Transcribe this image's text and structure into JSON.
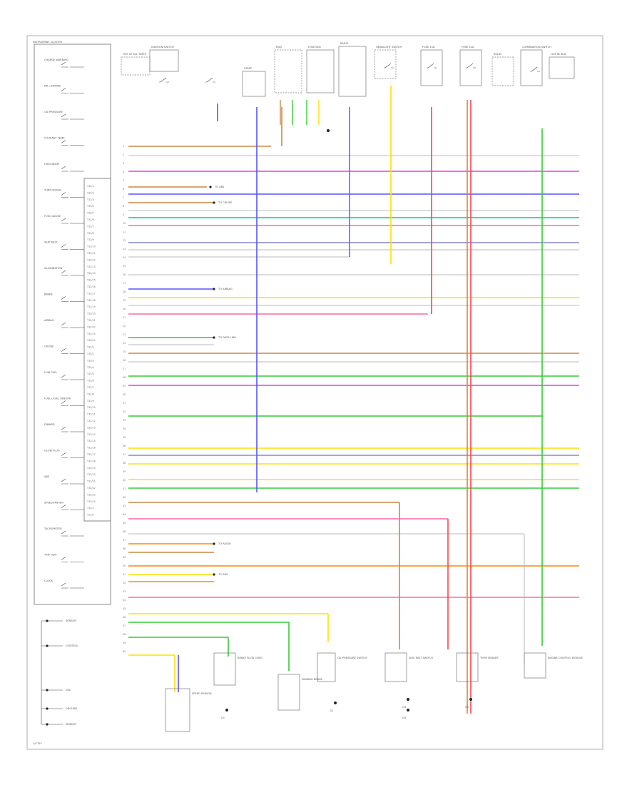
{
  "corner_code": "1/C75Y",
  "cluster_title": "INSTRUMENT CLUSTER",
  "gauges": [
    "CHARGE WARNING",
    "MIL / ENGINE",
    "OIL PRESSURE",
    "COOLANT TEMP",
    "HIGH BEAM",
    "TURN SIGNAL",
    "FUEL GAUGE",
    "SEAT BELT",
    "ILLUMINATION",
    "BRAKE",
    "AIRBAG",
    "CRUISE",
    "LOW FUEL",
    "FUEL LEVEL SENSOR",
    "DIMMER",
    "GLOW PLUG",
    "ABS",
    "SPEEDOMETER",
    "TACHOMETER",
    "TRIP ODO",
    "CLOCK"
  ],
  "pins": [
    "T32/1",
    "T32/2",
    "T32/3",
    "T32/4",
    "T32/5",
    "T32/6",
    "T32/7",
    "T32/8",
    "T32/9",
    "T32/10",
    "T32/11",
    "T32/12",
    "T32/13",
    "T32/14",
    "T32/15",
    "T32/16",
    "T32/17",
    "T32/18",
    "T32/19",
    "T32/20",
    "T32/21",
    "T32/22",
    "T32/23",
    "T32/24"
  ],
  "bottom_left_labels": [
    "SENSOR",
    "CONTROL",
    "IGN",
    "GROUND"
  ],
  "top_components": [
    "HOT AT ALL TIMES",
    "IGNITION SWITCH",
    "START",
    "RUN",
    "FUSE BOX",
    "RADIO",
    "HEADLIGHT SWITCH",
    "FUSE 15A",
    "FUSE 10A",
    "RELAY",
    "COMBINATION SWITCH",
    "HOT IN RUN"
  ],
  "mid_labels": [
    "TO ABS",
    "TO CRUISE",
    "TO AIRBAG",
    "TO DATA LINK",
    "TO RADIO"
  ],
  "bottom_components": [
    "SPEED SENSOR",
    "BRAKE FLUID LEVEL",
    "PARKING BRAKE",
    "OIL PRESSURE SWITCH",
    "SEAT BELT SWITCH",
    "TEMP SENDER",
    "ENGINE CONTROL MODULE"
  ],
  "ground_labels": [
    "G1",
    "G2",
    "G3",
    "G4",
    "G5"
  ],
  "wire_colors": [
    "#e040e0",
    "#5555ff",
    "#8888cc",
    "#ff66aa",
    "#9a9a9a",
    "#ffe000",
    "#ff4444",
    "#33cc33",
    "#ff8800",
    "#cc8844",
    "#6666ff",
    "#00cc99"
  ]
}
